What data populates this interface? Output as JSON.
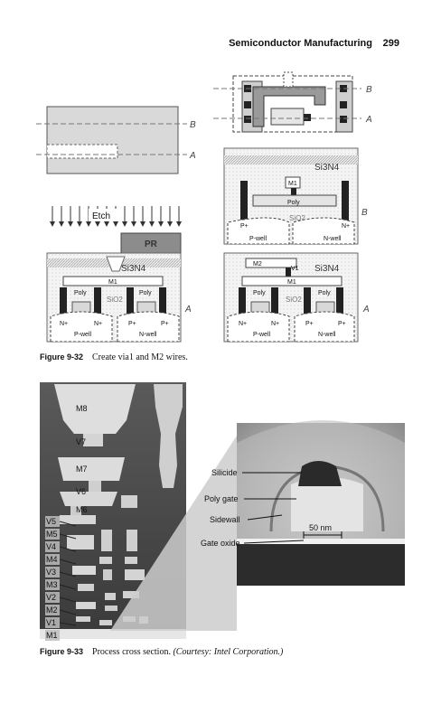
{
  "header": {
    "title": "Semiconductor Manufacturing",
    "page": "299"
  },
  "fig32": {
    "number": "Figure 9-32",
    "caption": "Create via1 and M2 wires.",
    "labels": {
      "B": "B",
      "A": "A",
      "etch": "Etch",
      "pr": "PR",
      "si3n4": "Si3N4",
      "sio2": "SiO2",
      "m1": "M1",
      "m2": "M2",
      "v1": "V1",
      "poly": "Poly",
      "pwell": "P-well",
      "nwell": "N-well",
      "nplus": "N+",
      "pplus": "P+"
    }
  },
  "fig33": {
    "number": "Figure 9-33",
    "caption_main": "Process cross section.",
    "caption_courtesy": "(Courtesy: Intel Corporation.)",
    "layers": [
      "M8",
      "V7",
      "M7",
      "V6",
      "M6",
      "V5",
      "M5",
      "V4",
      "M4",
      "V3",
      "M3",
      "V2",
      "M2",
      "V1",
      "M1"
    ],
    "inset": {
      "silicide": "Silicide",
      "poly_gate": "Poly gate",
      "sidewall": "Sidewall",
      "gate_oxide": "Gate oxide",
      "scale": "50 nm"
    }
  }
}
